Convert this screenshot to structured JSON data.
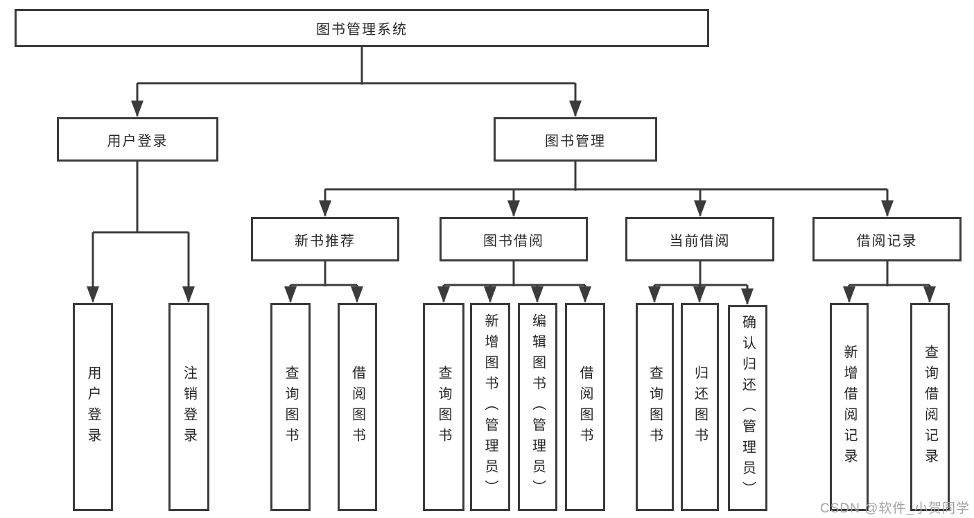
{
  "diagram": {
    "root": {
      "label": "图书管理系统"
    },
    "level2": [
      {
        "label": "用户登录"
      },
      {
        "label": "图书管理"
      }
    ],
    "level3": [
      {
        "label": "新书推荐"
      },
      {
        "label": "图书借阅"
      },
      {
        "label": "当前借阅"
      },
      {
        "label": "借阅记录"
      }
    ],
    "leaves": [
      {
        "label": "用户登录"
      },
      {
        "label": "注销登录"
      },
      {
        "label": "查询图书"
      },
      {
        "label": "借阅图书"
      },
      {
        "label": "查询图书"
      },
      {
        "label": "新增图书（管理员）"
      },
      {
        "label": "编辑图书（管理员）"
      },
      {
        "label": "借阅图书"
      },
      {
        "label": "查询图书"
      },
      {
        "label": "归还图书"
      },
      {
        "label": "确认归还（管理员）"
      },
      {
        "label": "新增借阅记录"
      },
      {
        "label": "查询借阅记录"
      }
    ]
  },
  "watermark": {
    "text": "CSDN @软件_小贺同学"
  },
  "colors": {
    "line": "#3b3b3b",
    "box_border": "#3b3b3b",
    "box_fill": "#ffffff",
    "text": "#262626",
    "watermark": "#a2a2a2",
    "background": "#ffffff"
  }
}
